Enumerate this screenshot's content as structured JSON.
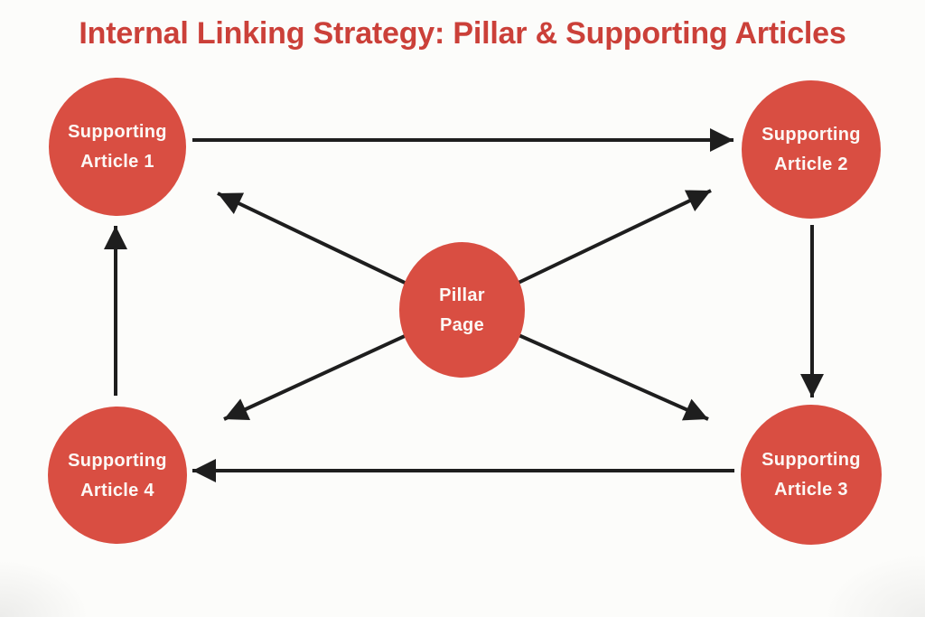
{
  "title": "Internal Linking Strategy: Pillar & Supporting Articles",
  "colors": {
    "background": "#FCFCFA",
    "title_text": "#CB4039",
    "node_fill": "#D94E42",
    "node_text": "#FCF8F5",
    "arrow": "#1E1E1E"
  },
  "nodes": {
    "pillar": {
      "line1": "Pillar",
      "line2": "Page"
    },
    "article1": {
      "line1": "Supporting",
      "line2": "Article 1"
    },
    "article2": {
      "line1": "Supporting",
      "line2": "Article 2"
    },
    "article3": {
      "line1": "Supporting",
      "line2": "Article 3"
    },
    "article4": {
      "line1": "Supporting",
      "line2": "Article 4"
    }
  },
  "links": [
    {
      "from": "Supporting Article 1",
      "to": "Supporting Article 2"
    },
    {
      "from": "Supporting Article 2",
      "to": "Supporting Article 3"
    },
    {
      "from": "Supporting Article 3",
      "to": "Supporting Article 4"
    },
    {
      "from": "Supporting Article 4",
      "to": "Supporting Article 1"
    },
    {
      "from": "Pillar Page",
      "to": "Supporting Article 1"
    },
    {
      "from": "Pillar Page",
      "to": "Supporting Article 2"
    },
    {
      "from": "Pillar Page",
      "to": "Supporting Article 3"
    },
    {
      "from": "Pillar Page",
      "to": "Supporting Article 4"
    }
  ]
}
